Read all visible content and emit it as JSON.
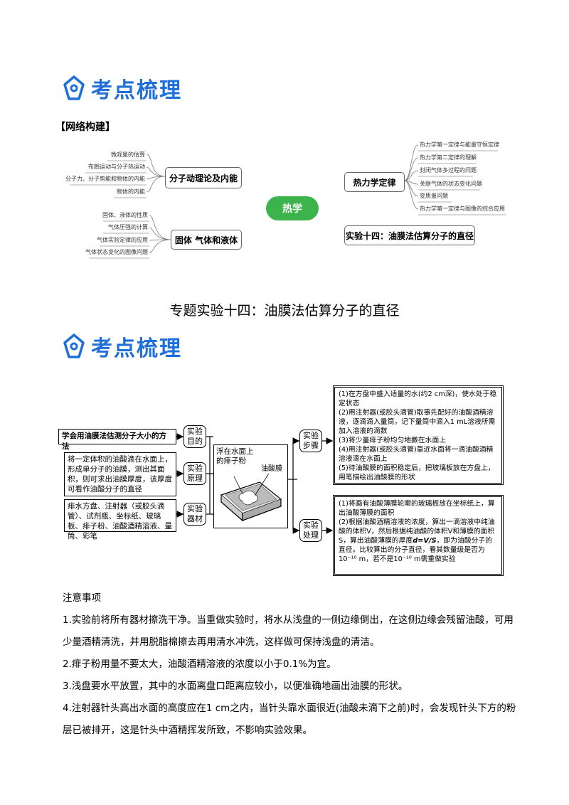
{
  "section_title": "考点梳理",
  "network_label": "【网络构建】",
  "mindmap": {
    "center": "热学",
    "left_nodes": [
      {
        "label": "分子动理论及内能",
        "leaves": [
          "微观量的估算",
          "布朗运动与分子热运动",
          "分子力、分子势能和物体的内能",
          "物体的内能"
        ]
      },
      {
        "label": "固体 气体和液体",
        "leaves": [
          "固体、液体的性质",
          "气体压强的计算",
          "气体实验定律的应用",
          "气体状态变化的图像问题"
        ]
      }
    ],
    "right_nodes": [
      {
        "label": "热力学定律",
        "leaves": [
          "热力学第一定律与能量守恒定律",
          "热力学第二定律的理解",
          "封闭气体多过程的问题",
          "关联气体的状态变化问题",
          "变质量问题",
          "热力学第一定律与图像的综合应用"
        ]
      },
      {
        "label": "实验十四：油膜法估算分子的直径",
        "leaves": []
      }
    ]
  },
  "topic_title": "专题实验十四：油膜法估算分子的直径",
  "diagram": {
    "purpose_text": "学会用油膜法估测分子大小的方法",
    "purpose_label": "实验目的",
    "principle_text": "将一定体积的油酸滴在水面上，形成单分子的油膜，测出其面积，则可求出油膜厚度，该厚度可看作油酸分子的直径",
    "principle_label": "实验原理",
    "equipment_text": "痱水方盘、注射器（或胶头滴管）、试剂瓶、坐标纸、玻璃板、痱子粉、油酸酒精溶液、量筒、彩笔",
    "equipment_label": "实验器材",
    "picture_caption1": "浮在水面上的痱子粉",
    "picture_caption2": "油酸膜",
    "steps_label": "实验步骤",
    "steps": [
      "(1)在方盘中盛入适量的水(约2 cm深)，使水处于稳定状态",
      "(2)用注射器(或胶头滴管)取事先配好的油酸酒精溶液，逐滴滴入量筒，记下量筒中滴入1 mL溶液所需加入溶液的滴数",
      "(3)将少量痱子粉均匀地撒在水面上",
      "(4)用注射器(或胶头滴管)靠近水面将一滴油酸酒精溶液滴在水面上",
      "(5)待油酸膜的面积稳定后，把玻璃板放在方盘上，用笔描绘出油酸膜的形状"
    ],
    "processing_label": "实验处理",
    "processing": [
      "(1)将画有油酸薄膜轮廓的玻璃板放在坐标纸上，算出油酸薄膜的面积",
      "(2)根据油酸酒精溶液的浓度，算出一滴溶液中纯油酸的体积V，然后根据纯油酸的体积V和薄膜的面积S，算出油酸薄膜的厚度",
      "d=V/S",
      "，即为油酸分子的直径。比较算出的分子直径，看其数量级是否为10⁻¹⁰ m，若不是10⁻¹⁰ m需重做实验"
    ]
  },
  "notes": {
    "heading": "注意事项",
    "items": [
      "1.实验前将所有器材擦洗干净。当重做实验时，将水从浅盘的一侧边缘倒出，在这侧边缘会残留油酸，可用少量酒精清洗，并用脱脂棉擦去再用清水冲洗，这样做可保持浅盘的清洁。",
      "2.痱子粉用量不要太大，油酸酒精溶液的浓度以小于0.1%为宜。",
      "3.浅盘要水平放置，其中的水面离盘口距离应较小，以便准确地画出油膜的形状。",
      "4.注射器针头高出水面的高度应在1 cm之内，当针头靠水面很近(油酸未滴下之前)时，会发现针头下方的粉层已被排开，这是针头中酒精挥发所致，不影响实验效果。"
    ]
  },
  "colors": {
    "accent": "#1e6fd9",
    "hub": "#3cb44b"
  }
}
